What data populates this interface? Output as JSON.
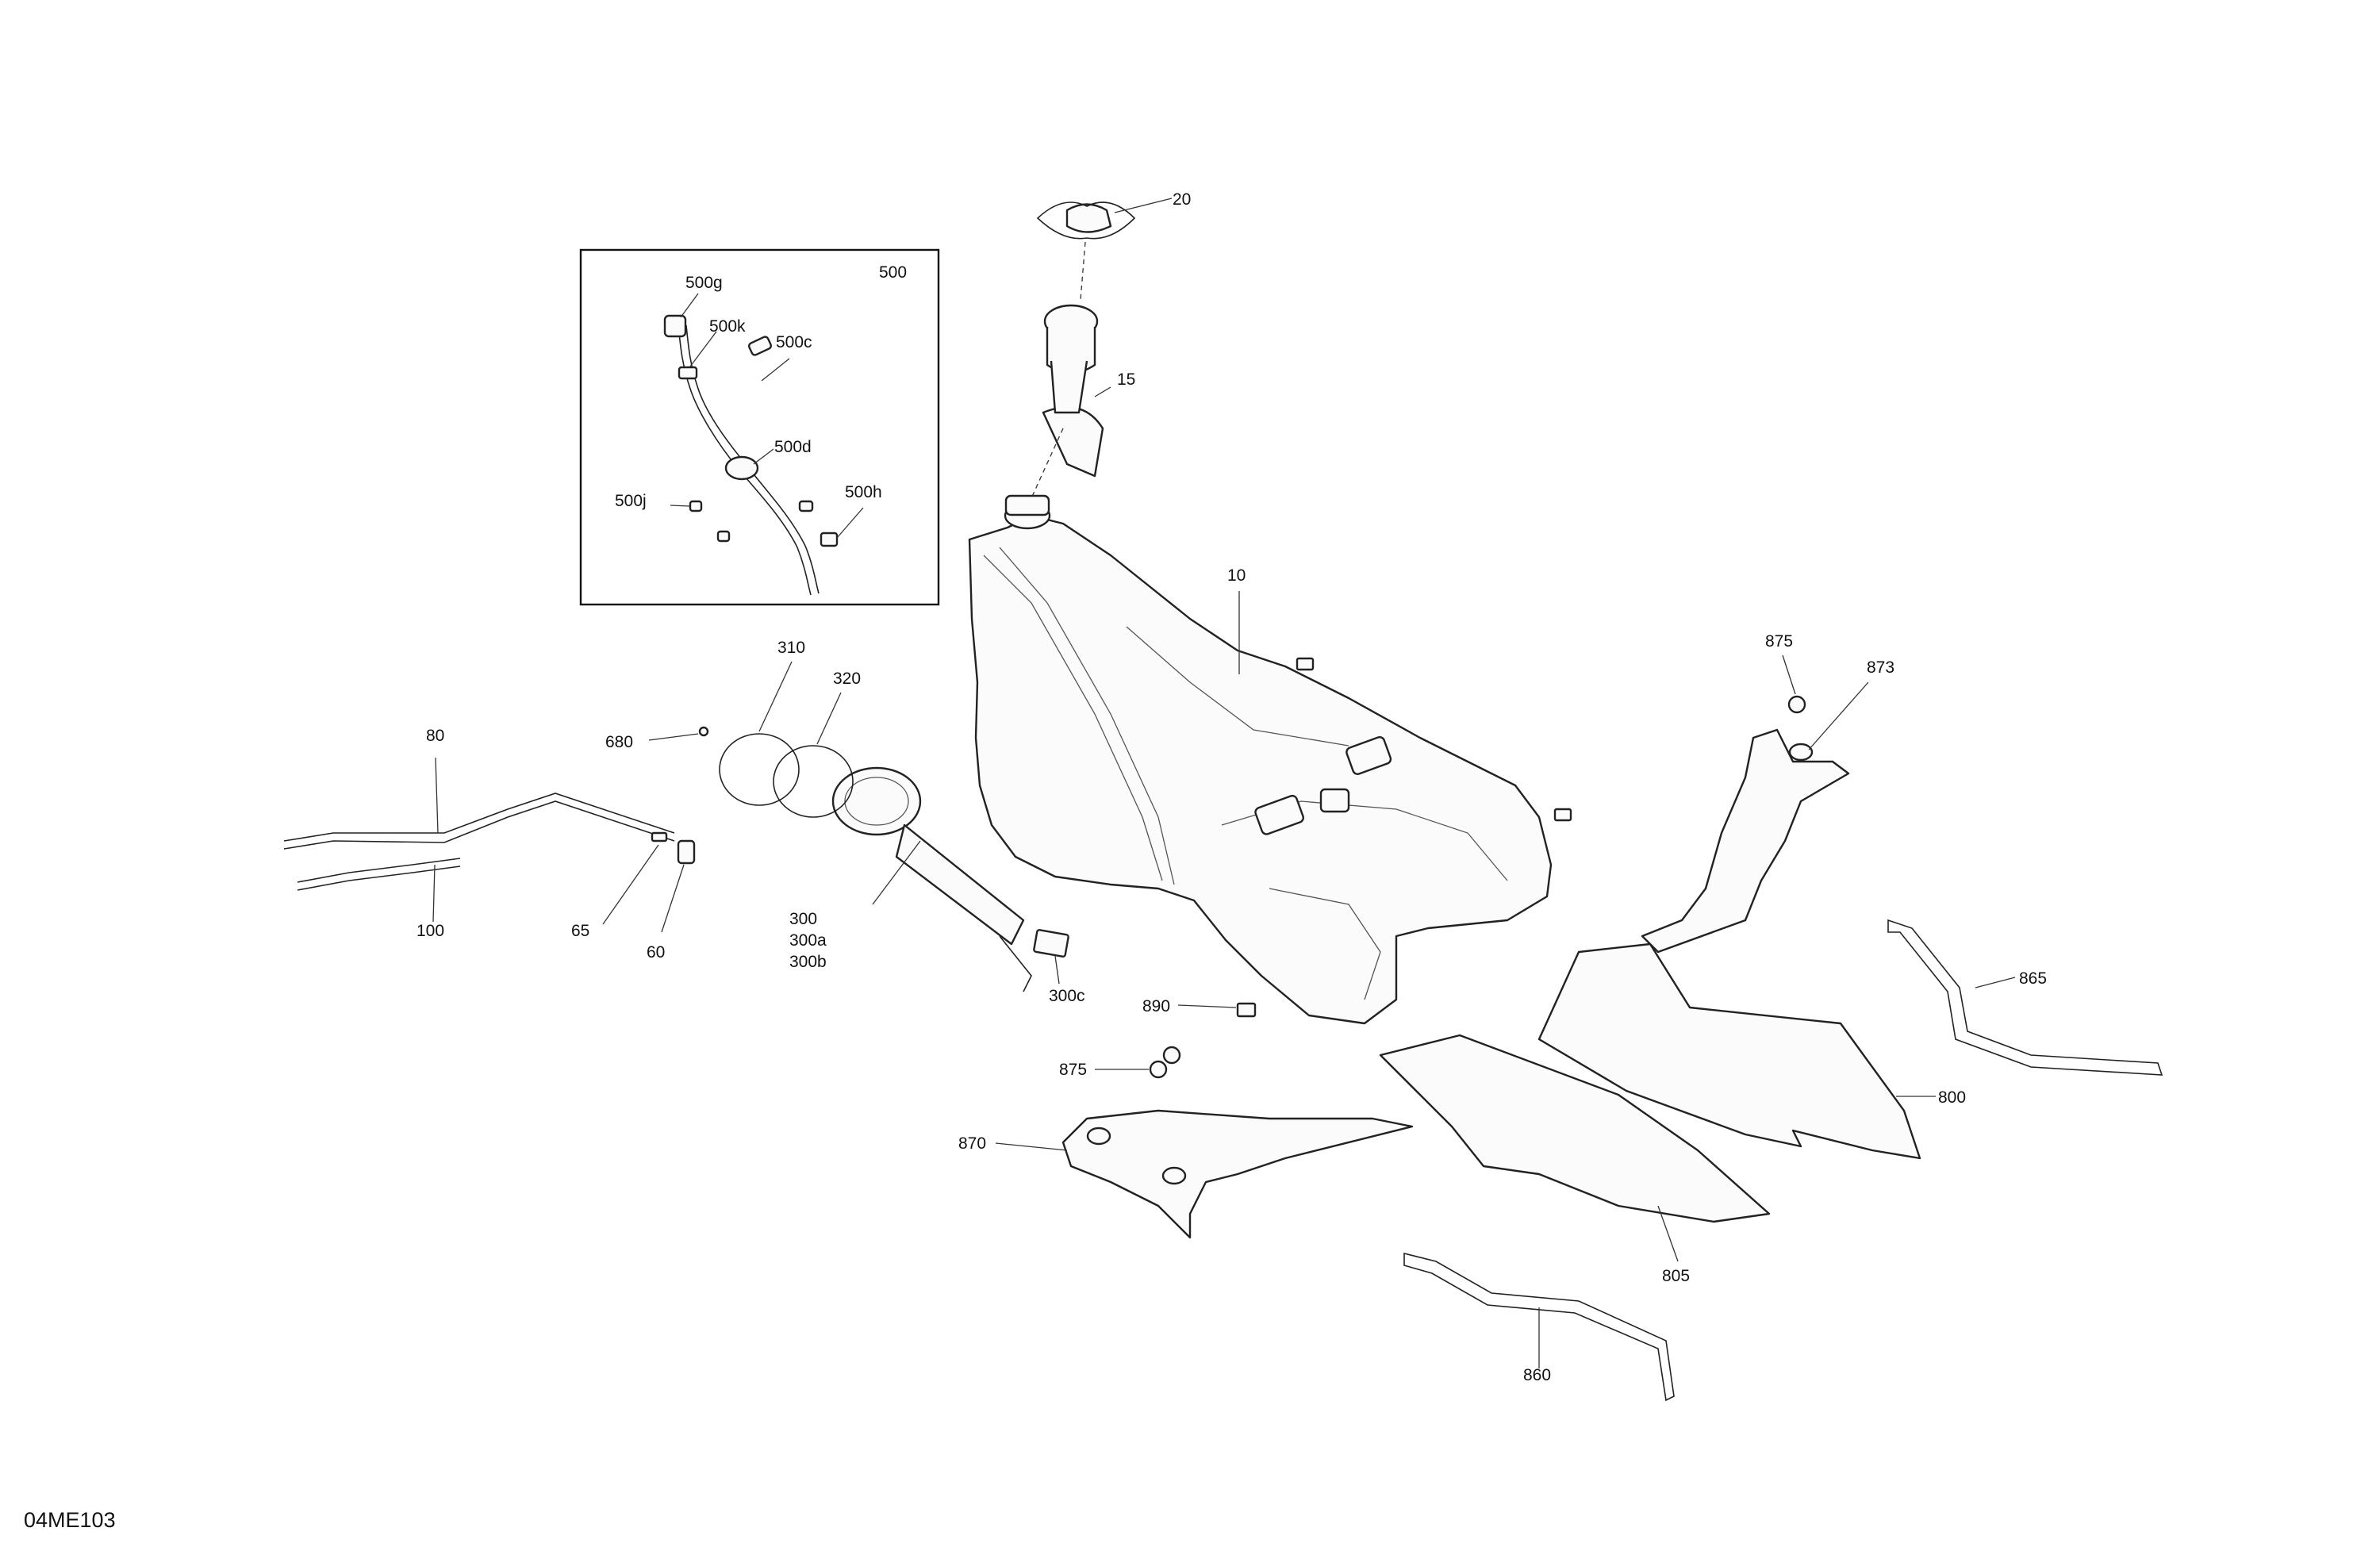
{
  "diagram": {
    "code": "04ME103",
    "callouts": [
      {
        "id": "20",
        "text": "20"
      },
      {
        "id": "15",
        "text": "15"
      },
      {
        "id": "10",
        "text": "10"
      },
      {
        "id": "500",
        "text": "500"
      },
      {
        "id": "500g",
        "text": "500g"
      },
      {
        "id": "500k",
        "text": "500k"
      },
      {
        "id": "500c",
        "text": "500c"
      },
      {
        "id": "500d",
        "text": "500d"
      },
      {
        "id": "500j",
        "text": "500j"
      },
      {
        "id": "500h",
        "text": "500h"
      },
      {
        "id": "310",
        "text": "310"
      },
      {
        "id": "320",
        "text": "320"
      },
      {
        "id": "680",
        "text": "680"
      },
      {
        "id": "80",
        "text": "80"
      },
      {
        "id": "100",
        "text": "100"
      },
      {
        "id": "65",
        "text": "65"
      },
      {
        "id": "60",
        "text": "60"
      },
      {
        "id": "300",
        "text": "300"
      },
      {
        "id": "300a",
        "text": "300a"
      },
      {
        "id": "300b",
        "text": "300b"
      },
      {
        "id": "300c",
        "text": "300c"
      },
      {
        "id": "890",
        "text": "890"
      },
      {
        "id": "875a",
        "text": "875"
      },
      {
        "id": "873",
        "text": "873"
      },
      {
        "id": "865",
        "text": "865"
      },
      {
        "id": "800",
        "text": "800"
      },
      {
        "id": "875b",
        "text": "875"
      },
      {
        "id": "870",
        "text": "870"
      },
      {
        "id": "805",
        "text": "805"
      },
      {
        "id": "860",
        "text": "860"
      }
    ]
  }
}
